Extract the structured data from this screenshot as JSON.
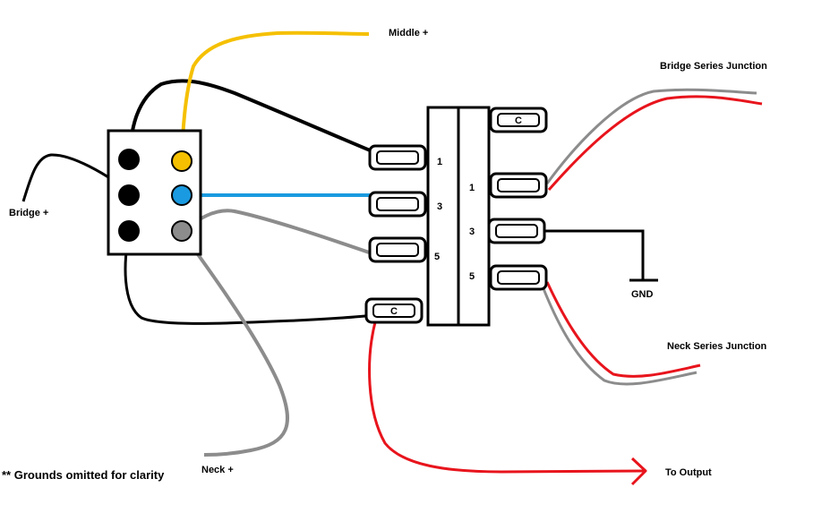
{
  "labels": {
    "middle": "Middle +",
    "bridge": "Bridge +",
    "neck": "Neck +",
    "bridge_series": "Bridge Series Junction",
    "neck_series": "Neck Series Junction",
    "gnd": "GND",
    "output": "To Output"
  },
  "switch": {
    "left_lugs": [
      "1",
      "3",
      "5",
      "C"
    ],
    "right_lugs": [
      "C",
      "1",
      "3",
      "5"
    ]
  },
  "footnote": "** Grounds omitted for clarity",
  "colors": {
    "black": "#000000",
    "yellow": "#f5c000",
    "blue": "#1a9ae0",
    "gray": "#8c8c8c",
    "red": "#e8141c"
  }
}
